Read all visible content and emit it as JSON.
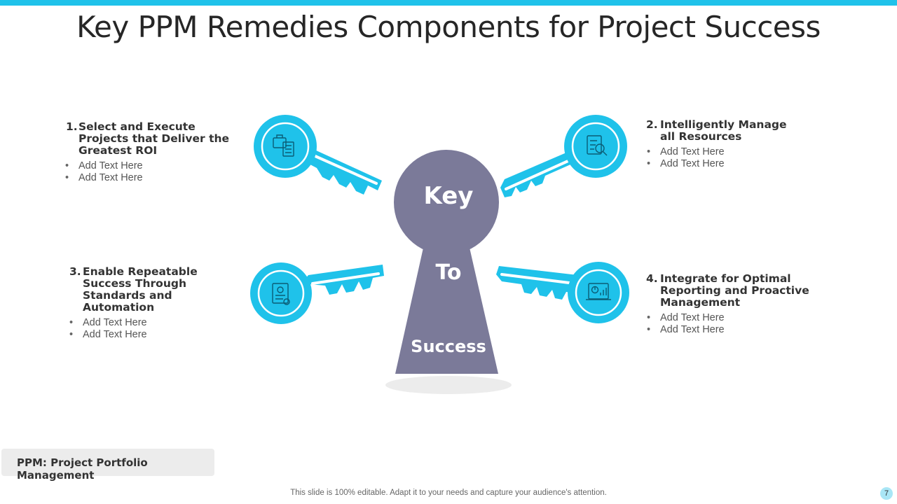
{
  "title": "Key PPM Remedies Components for Project Success",
  "center": {
    "line1": "Key",
    "line2": "To",
    "line3": "Success"
  },
  "items": [
    {
      "num": "1.",
      "heading": "Select and Execute Projects that Deliver the Greatest  ROI",
      "bullets": [
        "Add Text Here",
        "Add Text Here"
      ],
      "icon": "briefcase-checklist-icon"
    },
    {
      "num": "2.",
      "heading": "Intelligently Manage all Resources",
      "bullets": [
        "Add Text Here",
        "Add Text Here"
      ],
      "icon": "document-magnifier-icon"
    },
    {
      "num": "3.",
      "heading": "Enable Repeatable Success Through Standards and Automation",
      "bullets": [
        "Add Text Here",
        "Add Text Here"
      ],
      "icon": "certificate-icon"
    },
    {
      "num": "4.",
      "heading": "Integrate for Optimal Reporting and Proactive Management",
      "bullets": [
        "Add Text Here",
        "Add Text Here"
      ],
      "icon": "dashboard-report-icon"
    }
  ],
  "footer_label": "PPM: Project Portfolio Management",
  "bottom_note": "This slide is 100% editable. Adapt it to your needs and capture your audience's attention.",
  "page_number": "7",
  "colors": {
    "accent": "#1fc2ea",
    "keyhole": "#7b7a99",
    "text": "#262626"
  }
}
